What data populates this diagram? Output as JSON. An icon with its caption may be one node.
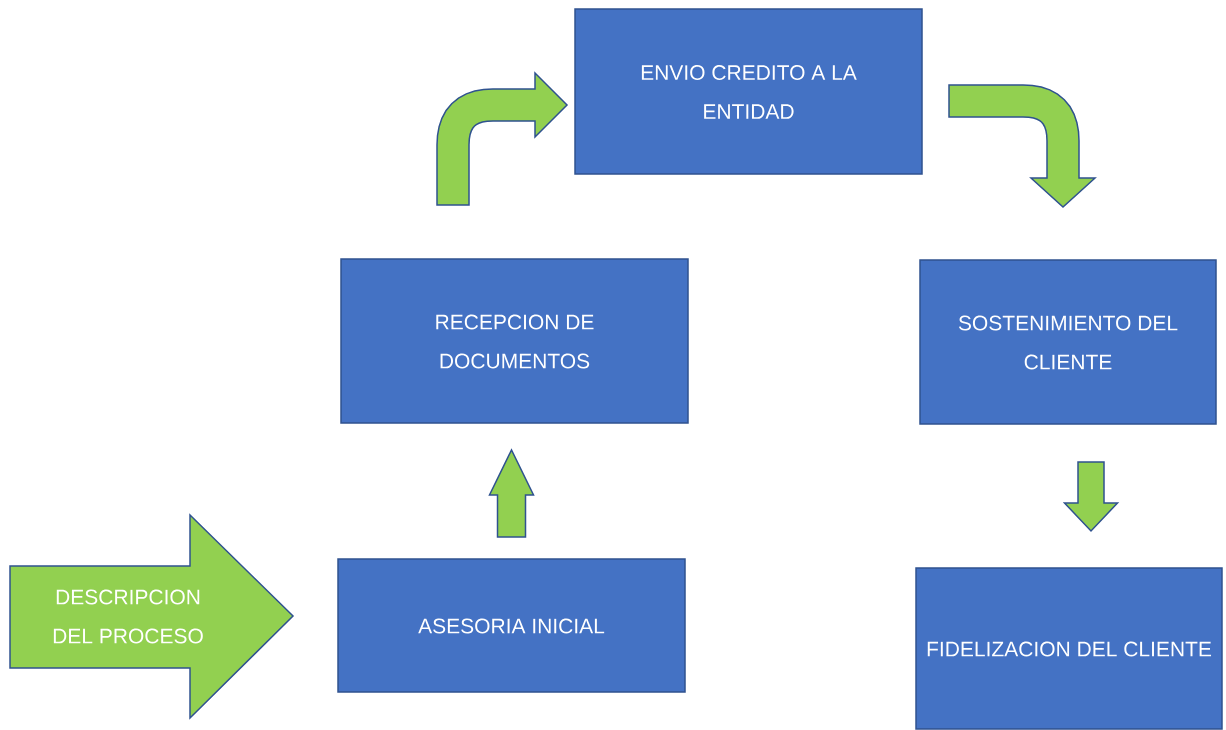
{
  "diagram": {
    "nodes": [
      {
        "text": [
          "DESCRIPCION DEL PROCESO"
        ]
      },
      {
        "text": [
          "ASESORIA INICIAL"
        ]
      },
      {
        "text": [
          "RECEPCION DE DOCUMENTOS"
        ]
      },
      {
        "text": [
          "ENVIO CREDITO A LA ENTIDAD"
        ]
      },
      {
        "text": [
          "SOSTENIMIENTO DEL CLIENTE"
        ]
      },
      {
        "text": [
          "FIDELIZACION DEL CLIENTE"
        ]
      }
    ],
    "edges": [
      {
        "from": 1,
        "to": 2,
        "arrow": "to"
      },
      {
        "from": 2,
        "to": 3,
        "arrow": "to"
      },
      {
        "from": 3,
        "to": 4,
        "arrow": "to"
      },
      {
        "from": 4,
        "to": 5,
        "arrow": "to"
      }
    ]
  }
}
